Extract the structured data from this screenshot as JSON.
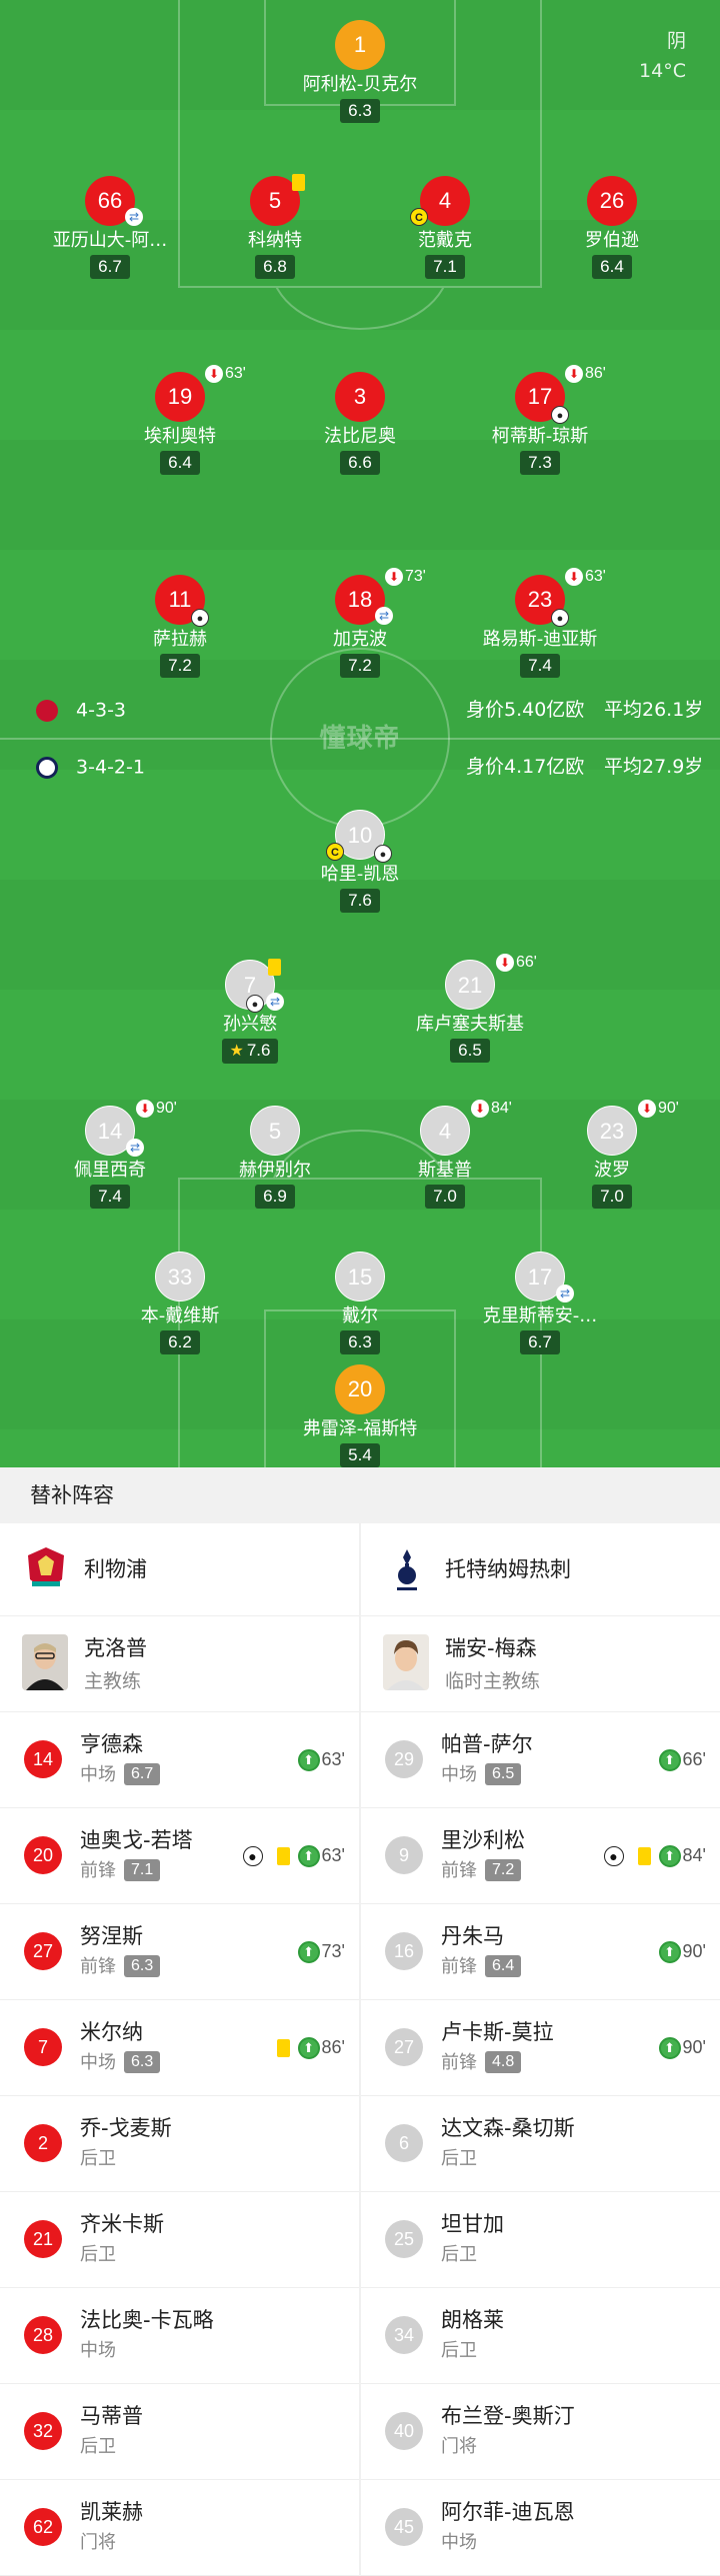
{
  "weather": {
    "condition": "阴",
    "temperature": "14°C"
  },
  "pitch_watermark": "懂球帝",
  "home_team_line": {
    "formation": "4-3-3",
    "value": "身价5.40亿欧",
    "avg_age": "平均26.1岁"
  },
  "away_team_line": {
    "formation": "3-4-2-1",
    "value": "身价4.17亿欧",
    "avg_age": "平均27.9岁"
  },
  "home_players": [
    {
      "num": "1",
      "name": "阿利松-贝克尔",
      "rating": "6.3",
      "gk": true
    },
    {
      "num": "66",
      "name": "亚历山大-阿…",
      "rating": "6.7",
      "swap": true
    },
    {
      "num": "5",
      "name": "科纳特",
      "rating": "6.8",
      "yellow": true
    },
    {
      "num": "4",
      "name": "范戴克",
      "rating": "7.1",
      "captain": true
    },
    {
      "num": "26",
      "name": "罗伯逊",
      "rating": "6.4"
    },
    {
      "num": "19",
      "name": "埃利奥特",
      "rating": "6.4",
      "sub_min": "63'"
    },
    {
      "num": "3",
      "name": "法比尼奥",
      "rating": "6.6"
    },
    {
      "num": "17",
      "name": "柯蒂斯-琼斯",
      "rating": "7.3",
      "sub_min": "86'",
      "goal": true
    },
    {
      "num": "11",
      "name": "萨拉赫",
      "rating": "7.2",
      "goal": true
    },
    {
      "num": "18",
      "name": "加克波",
      "rating": "7.2",
      "sub_min": "73'",
      "swap": true
    },
    {
      "num": "23",
      "name": "路易斯-迪亚斯",
      "rating": "7.4",
      "sub_min": "63'",
      "goal": true
    }
  ],
  "away_players": [
    {
      "num": "10",
      "name": "哈里-凯恩",
      "rating": "7.6",
      "captain": true,
      "goal": true
    },
    {
      "num": "7",
      "name": "孙兴慜",
      "rating": "7.6",
      "star": true,
      "goal": true,
      "swap": true,
      "yellow": true
    },
    {
      "num": "21",
      "name": "库卢塞夫斯基",
      "rating": "6.5",
      "sub_min": "66'"
    },
    {
      "num": "14",
      "name": "佩里西奇",
      "rating": "7.4",
      "sub_min": "90'",
      "swap": true
    },
    {
      "num": "5",
      "name": "赫伊别尔",
      "rating": "6.9"
    },
    {
      "num": "4",
      "name": "斯基普",
      "rating": "7.0",
      "sub_min": "84'"
    },
    {
      "num": "23",
      "name": "波罗",
      "rating": "7.0",
      "sub_min": "90'"
    },
    {
      "num": "33",
      "name": "本-戴维斯",
      "rating": "6.2"
    },
    {
      "num": "15",
      "name": "戴尔",
      "rating": "6.3"
    },
    {
      "num": "17",
      "name": "克里斯蒂安-…",
      "rating": "6.7",
      "swap": true
    },
    {
      "num": "20",
      "name": "弗雷泽-福斯特",
      "rating": "5.4",
      "gk": true
    }
  ],
  "subs_title": "替补阵容",
  "home_bench": {
    "team": "利物浦",
    "coach": {
      "name": "克洛普",
      "role": "主教练"
    },
    "subs": [
      {
        "num": "14",
        "name": "亨德森",
        "pos": "中场",
        "rating": "6.7",
        "in_min": "63'"
      },
      {
        "num": "20",
        "name": "迪奥戈-若塔",
        "pos": "前锋",
        "rating": "7.1",
        "in_min": "63'",
        "goal": true,
        "yellow": true
      },
      {
        "num": "27",
        "name": "努涅斯",
        "pos": "前锋",
        "rating": "6.3",
        "in_min": "73'"
      },
      {
        "num": "7",
        "name": "米尔纳",
        "pos": "中场",
        "rating": "6.3",
        "in_min": "86'",
        "yellow": true
      },
      {
        "num": "2",
        "name": "乔-戈麦斯",
        "pos": "后卫"
      },
      {
        "num": "21",
        "name": "齐米卡斯",
        "pos": "后卫"
      },
      {
        "num": "28",
        "name": "法比奥-卡瓦略",
        "pos": "中场"
      },
      {
        "num": "32",
        "name": "马蒂普",
        "pos": "后卫"
      },
      {
        "num": "62",
        "name": "凯莱赫",
        "pos": "门将"
      }
    ]
  },
  "away_bench": {
    "team": "托特纳姆热刺",
    "coach": {
      "name": "瑞安-梅森",
      "role": "临时主教练"
    },
    "subs": [
      {
        "num": "29",
        "name": "帕普-萨尔",
        "pos": "中场",
        "rating": "6.5",
        "in_min": "66'"
      },
      {
        "num": "9",
        "name": "里沙利松",
        "pos": "前锋",
        "rating": "7.2",
        "in_min": "84'",
        "goal": true,
        "yellow": true
      },
      {
        "num": "16",
        "name": "丹朱马",
        "pos": "前锋",
        "rating": "6.4",
        "in_min": "90'"
      },
      {
        "num": "27",
        "name": "卢卡斯-莫拉",
        "pos": "前锋",
        "rating": "4.8",
        "in_min": "90'"
      },
      {
        "num": "6",
        "name": "达文森-桑切斯",
        "pos": "后卫"
      },
      {
        "num": "25",
        "name": "坦甘加",
        "pos": "后卫"
      },
      {
        "num": "34",
        "name": "朗格莱",
        "pos": "后卫"
      },
      {
        "num": "40",
        "name": "布兰登-奥斯汀",
        "pos": "门将"
      },
      {
        "num": "45",
        "name": "阿尔菲-迪瓦恩",
        "pos": "中场"
      }
    ]
  },
  "colors": {
    "pitch": "#3dae45",
    "home": "#e8181c",
    "away": "#d8d8d8",
    "goalkeeper": "#f5a218",
    "rating_bg": "#1c5626"
  },
  "icons": {
    "goal": "soccer-ball-icon",
    "sub_off": "sub-off-arrow-icon",
    "sub_on": "sub-on-arrow-icon",
    "captain": "captain-badge-icon",
    "yellow": "yellow-card-icon"
  }
}
